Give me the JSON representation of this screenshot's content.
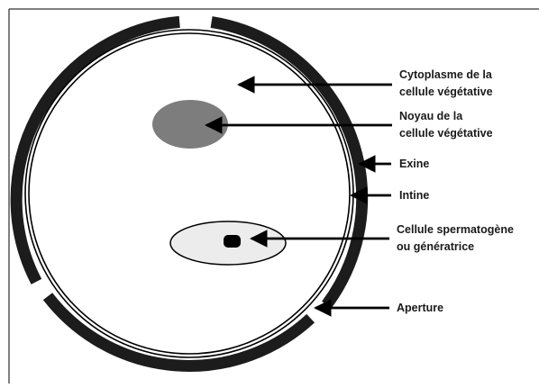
{
  "labels": {
    "cytoplasm_line1": "Cytoplasme de la",
    "cytoplasm_line2": "cellule végétative",
    "nucleus_line1": "Noyau de la",
    "nucleus_line2": "cellule végétative",
    "exine": "Exine",
    "intine": "Intine",
    "generative_line1": "Cellule spermatogène",
    "generative_line2": "ou génératrice",
    "aperture": "Aperture"
  },
  "colors": {
    "exine": "#1c1c1c",
    "nucleus": "#7d7d7d",
    "generative_cell_fill": "#ececec",
    "generative_nucleus": "#000000",
    "arrow": "#000000"
  }
}
